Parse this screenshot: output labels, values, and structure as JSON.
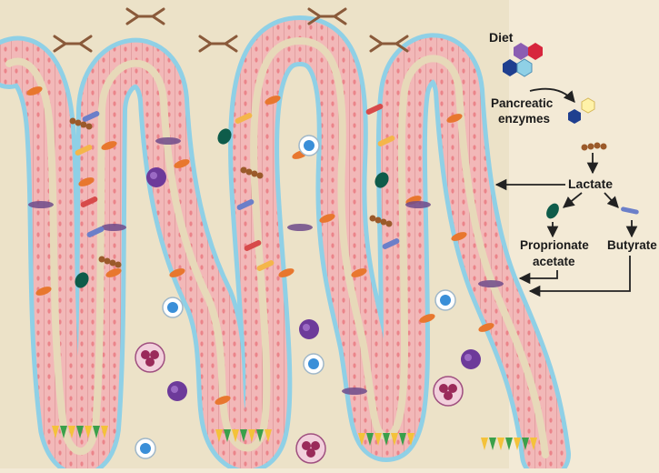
{
  "labels": {
    "diet": "Diet",
    "pancreatic": "Pancreatic",
    "enzymes": "enzymes",
    "lactate": "Lactate",
    "proprionate": "Proprionate",
    "acetate": "acetate",
    "butyrate": "Butyrate"
  },
  "colors": {
    "background": "#f3ead6",
    "lumen": "#e8dcc0",
    "mucus": "#8fd0e6",
    "epithelium": "#f2b8b8",
    "cell_line": "#d98f93",
    "nucleus": "#e8737b",
    "goblet": "#6f4a8a",
    "enteroendocrine": "#e8772e",
    "paneth": "#f4c23a",
    "stem": "#3aa04a",
    "antibody": "#8a5a3a",
    "arrow": "#222222"
  },
  "icons": {
    "antibody": "antibody-icon",
    "diet_molecules": "hexagon-molecule-icon",
    "bacteria": "bacterium-icon",
    "immune_cells": "immune-cell-icon"
  }
}
